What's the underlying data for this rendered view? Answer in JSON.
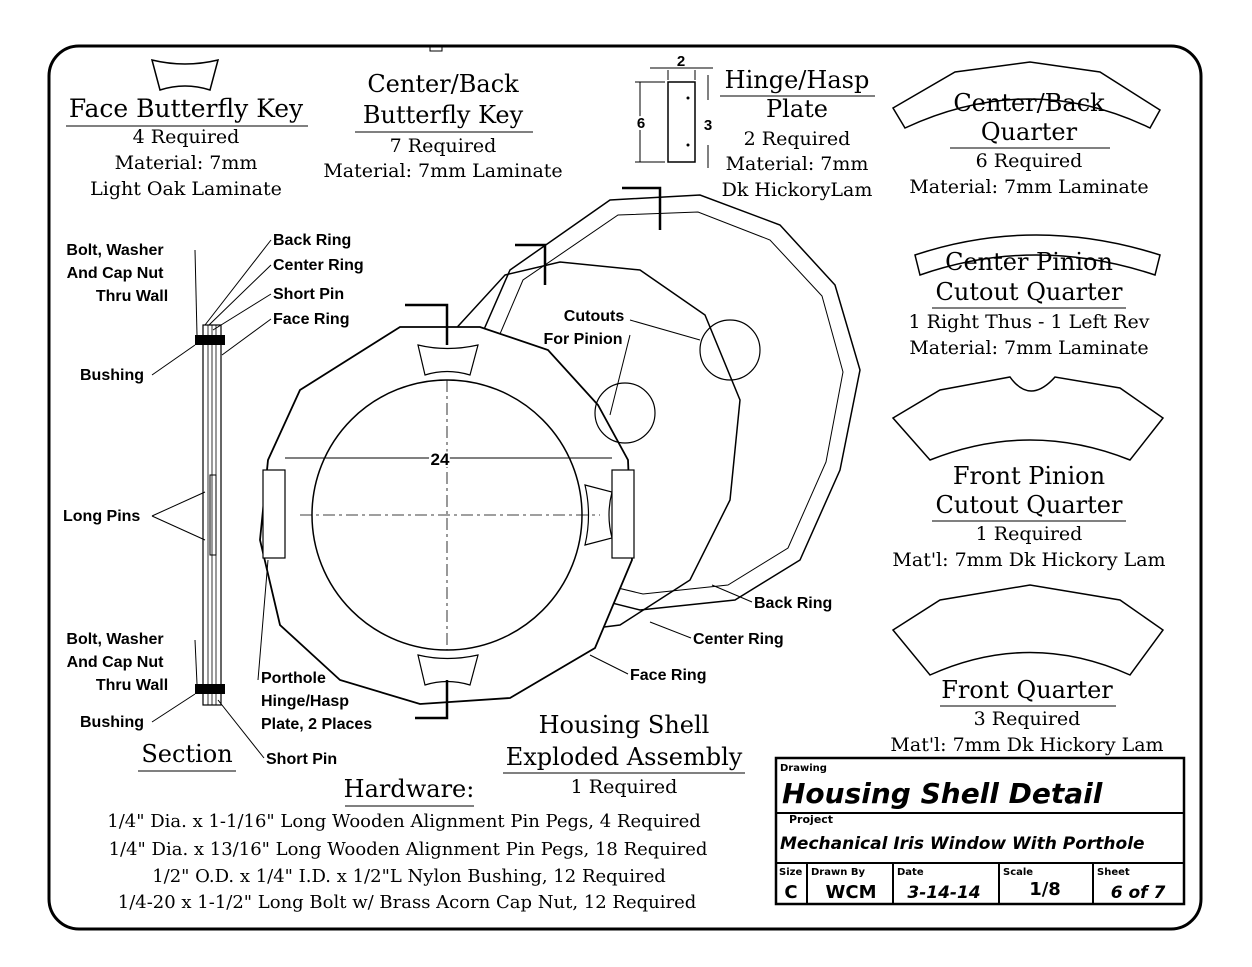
{
  "parts": {
    "face_key": {
      "title": "Face Butterfly Key",
      "qty": "4 Required",
      "mat1": "Material: 7mm",
      "mat2": "Light Oak Laminate"
    },
    "center_key": {
      "title1": "Center/Back",
      "title2": "Butterfly Key",
      "qty": "7 Required",
      "mat": "Material: 7mm Laminate"
    },
    "hinge": {
      "title1": "Hinge/Hasp",
      "title2": "Plate",
      "qty": "2 Required",
      "mat1": "Material: 7mm",
      "mat2": "Dk HickoryLam",
      "dim_w": "2",
      "dim_h": "6",
      "dim_h2": "3"
    },
    "center_back_quarter": {
      "title1": "Center/Back",
      "title2": "Quarter",
      "qty": "6 Required",
      "mat": "Material: 7mm Laminate"
    },
    "center_pinion": {
      "title1": "Center Pinion",
      "title2": "Cutout Quarter",
      "qty": "1 Right Thus - 1 Left Rev",
      "mat": "Material: 7mm Laminate"
    },
    "front_pinion": {
      "title1": "Front Pinion",
      "title2": "Cutout Quarter",
      "qty": "1 Required",
      "mat": "Mat'l: 7mm Dk Hickory Lam"
    },
    "front_quarter": {
      "title": "Front Quarter",
      "qty": "3 Required",
      "mat": "Mat'l: 7mm Dk Hickory Lam"
    }
  },
  "section": {
    "title": "Section",
    "bolt_top": [
      "Bolt, Washer",
      "And Cap Nut",
      "Thru Wall"
    ],
    "back_ring": "Back Ring",
    "center_ring": "Center Ring",
    "short_pin": "Short Pin",
    "face_ring": "Face Ring",
    "bushing": "Bushing",
    "long_pins": "Long Pins",
    "bolt_bottom": [
      "Bolt, Washer",
      "And Cap Nut",
      "Thru Wall"
    ],
    "bushing2": "Bushing",
    "short_pin2": "Short Pin"
  },
  "assembly": {
    "cutouts": [
      "Cutouts",
      "For Pinion"
    ],
    "dim": "24",
    "back_ring": "Back Ring",
    "center_ring": "Center Ring",
    "face_ring": "Face Ring",
    "porthole": [
      "Porthole",
      "Hinge/Hasp",
      "Plate, 2 Places"
    ],
    "title1": "Housing Shell",
    "title2": "Exploded Assembly",
    "qty": "1 Required"
  },
  "hardware": {
    "title": "Hardware:",
    "lines": [
      "1/4\" Dia. x 1-1/16\" Long Wooden Alignment Pin Pegs, 4 Required",
      "1/4\" Dia. x 13/16\" Long Wooden Alignment Pin Pegs, 18 Required",
      "1/2\" O.D. x 1/4\" I.D. x 1/2\"L Nylon Bushing, 12 Required",
      "1/4-20 x 1-1/2\" Long Bolt w/ Brass Acorn Cap Nut, 12 Required"
    ]
  },
  "title_block": {
    "drawing_label": "Drawing",
    "drawing": "Housing Shell Detail",
    "project_label": "Project",
    "project": "Mechanical Iris Window With Porthole",
    "size_label": "Size",
    "size": "C",
    "drawn_label": "Drawn By",
    "drawn": "WCM",
    "date_label": "Date",
    "date": "3-14-14",
    "scale_label": "Scale",
    "scale": "1/8",
    "sheet_label": "Sheet",
    "sheet": "6 of 7"
  }
}
